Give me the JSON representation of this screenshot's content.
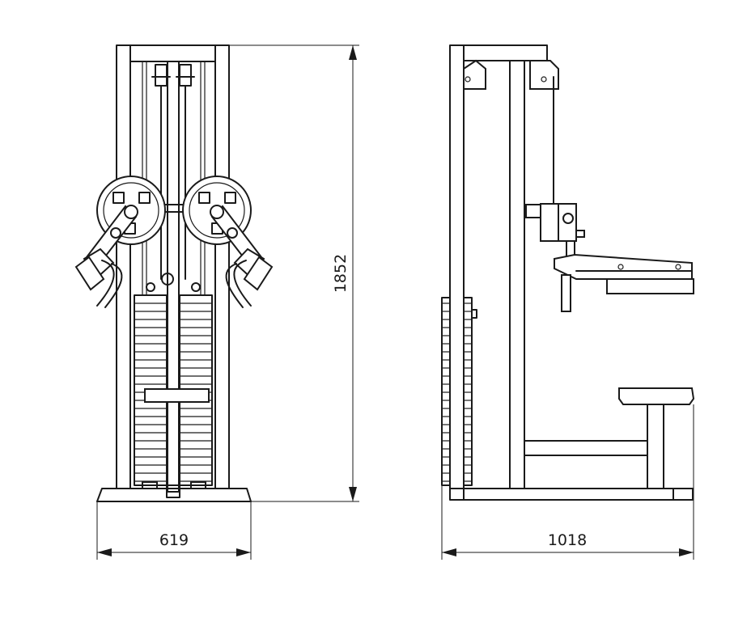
{
  "dimensions": {
    "width_front": "619",
    "depth_side": "1018",
    "height": "1852"
  },
  "colors": {
    "line": "#1a1a1a",
    "background": "#ffffff"
  }
}
